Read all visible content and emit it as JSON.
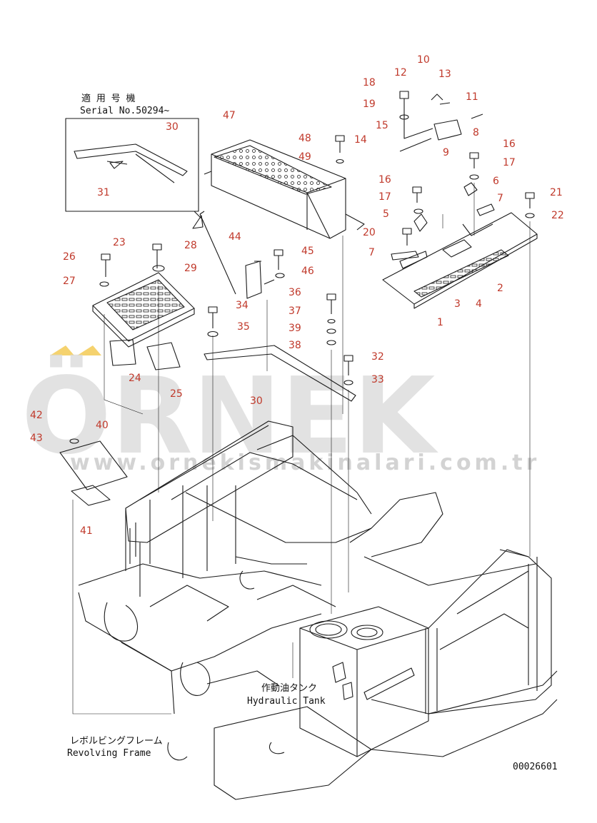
{
  "diagram": {
    "serial_caption": {
      "line1": "適 用 号 機",
      "line2": "Serial No.50294~"
    },
    "hydraulic_tank": {
      "jp": "作動油タンク",
      "en": "Hydraulic Tank"
    },
    "revolving_frame": {
      "jp": "レボルビングフレーム",
      "en": "Revolving Frame"
    },
    "drawing_code": "00026601",
    "watermark": {
      "brand": "ÖRNEK",
      "url": "www.ornekismakinalari.com.tr"
    },
    "colors": {
      "line": "#1a1a1a",
      "callout": "#c0392b",
      "watermark": "#d9d9d9",
      "watermark_accent": "#f2c74a"
    },
    "callouts": [
      {
        "n": "10"
      },
      {
        "n": "12"
      },
      {
        "n": "13"
      },
      {
        "n": "18"
      },
      {
        "n": "11"
      },
      {
        "n": "19"
      },
      {
        "n": "15"
      },
      {
        "n": "8"
      },
      {
        "n": "47"
      },
      {
        "n": "48"
      },
      {
        "n": "14"
      },
      {
        "n": "9"
      },
      {
        "n": "49"
      },
      {
        "n": "16"
      },
      {
        "n": "17"
      },
      {
        "n": "16"
      },
      {
        "n": "6"
      },
      {
        "n": "17"
      },
      {
        "n": "7"
      },
      {
        "n": "21"
      },
      {
        "n": "5"
      },
      {
        "n": "22"
      },
      {
        "n": "20"
      },
      {
        "n": "30"
      },
      {
        "n": "31"
      },
      {
        "n": "23"
      },
      {
        "n": "44"
      },
      {
        "n": "28"
      },
      {
        "n": "45"
      },
      {
        "n": "7"
      },
      {
        "n": "26"
      },
      {
        "n": "29"
      },
      {
        "n": "46"
      },
      {
        "n": "2"
      },
      {
        "n": "27"
      },
      {
        "n": "36"
      },
      {
        "n": "3"
      },
      {
        "n": "4"
      },
      {
        "n": "34"
      },
      {
        "n": "37"
      },
      {
        "n": "1"
      },
      {
        "n": "35"
      },
      {
        "n": "39"
      },
      {
        "n": "38"
      },
      {
        "n": "24"
      },
      {
        "n": "25"
      },
      {
        "n": "32"
      },
      {
        "n": "33"
      },
      {
        "n": "30"
      },
      {
        "n": "42"
      },
      {
        "n": "40"
      },
      {
        "n": "43"
      },
      {
        "n": "41"
      }
    ]
  }
}
